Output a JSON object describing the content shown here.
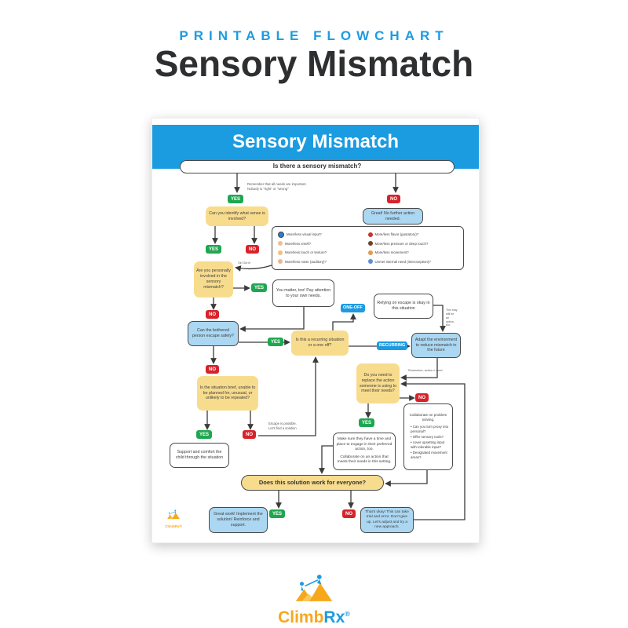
{
  "page": {
    "eyebrow": "PRINTABLE FLOWCHART",
    "title": "Sensory Mismatch"
  },
  "labels": {
    "yes": "YES",
    "no": "NO",
    "one_off": "ONE-OFF",
    "recurring": "RECURRING"
  },
  "poster": {
    "title": "Sensory Mismatch",
    "root_question": "Is there a sensory mismatch?",
    "notes": {
      "all_needs_1": "Remember that all needs are important.",
      "all_needs_2": "Nobody is \"right\" or \"wrong\"",
      "ok_got_it": "Ok! Got it!",
      "still_option": "This may still be an option, too.",
      "action_need": "Remember, action ≠ need",
      "escape_possible_1": "Escape is possible.",
      "escape_possible_2": "Let's find a solution"
    },
    "nodes": {
      "identify": "Can you identify what sense is involved?",
      "no_action": "Great! No further action needed.",
      "personal": "Are you personally involved in the sensory mismatch?",
      "you_matter": "You matter, too! Pay attention to your own needs.",
      "escape": "Can the bothered person escape safely?",
      "recurring_q": "Is this a recurring situation or a one off?",
      "relying": "Relying on escape is okay in this situation",
      "adapt": "Adapt the environment to reduce mismatch in the future",
      "replace": "Do you need to replace the action someone is using to meet their needs?",
      "brief": "Is the situation brief, unable to be planned for, unusual, or unlikely to be repeated?",
      "support": "Support and comfort the child through the situation",
      "make_sure_1": "Make sure they have a time and place to engage in their preferred action, too.",
      "make_sure_2": "Collaborate on an action that meets their needs in this setting.",
      "collaborate_title": "Collaborate on problem solving.",
      "collaborate_bullets": [
        "Can you turn proxy into personal?",
        "Offer sensory tools?",
        "cover upsetting input with tolerable input?",
        "Designated movement areas?"
      ],
      "solution_q": "Does this solution work for everyone?",
      "great_work": "Great work! Implement the solution! Reinforce and support.",
      "thats_okay": "That's okay! This can take trial and error. Don't give up. Let's adjust and try a new approach."
    },
    "senses": {
      "items": [
        {
          "icon": "eye-icon",
          "text": "More/less visual input?"
        },
        {
          "icon": "nose-icon",
          "text": "More/less smell?"
        },
        {
          "icon": "hand-icon",
          "text": "More/less touch or texture?"
        },
        {
          "icon": "ear-icon",
          "text": "More/less noise (auditory)?"
        },
        {
          "icon": "mouth-icon",
          "text": "More/less flavor (gustatory)?"
        },
        {
          "icon": "pressure-icon",
          "text": "More/less pressure or deep touch?"
        },
        {
          "icon": "movement-icon",
          "text": "More/less movement?"
        },
        {
          "icon": "interoception-icon",
          "text": "Unmet internal need (interoception)?"
        }
      ]
    },
    "logo_small": "ClimbRx®"
  },
  "footer_logo": {
    "brand_1": "Climb",
    "brand_2": "Rx",
    "registered": "®"
  },
  "colors": {
    "accent_blue": "#1B9CE1",
    "badge_green": "#1FA750",
    "badge_red": "#D6232A",
    "badge_blue": "#1E9BE0",
    "node_yellow": "#F8DC8E",
    "node_blue": "#ABD7F2",
    "logo_orange": "#F6A81C"
  }
}
